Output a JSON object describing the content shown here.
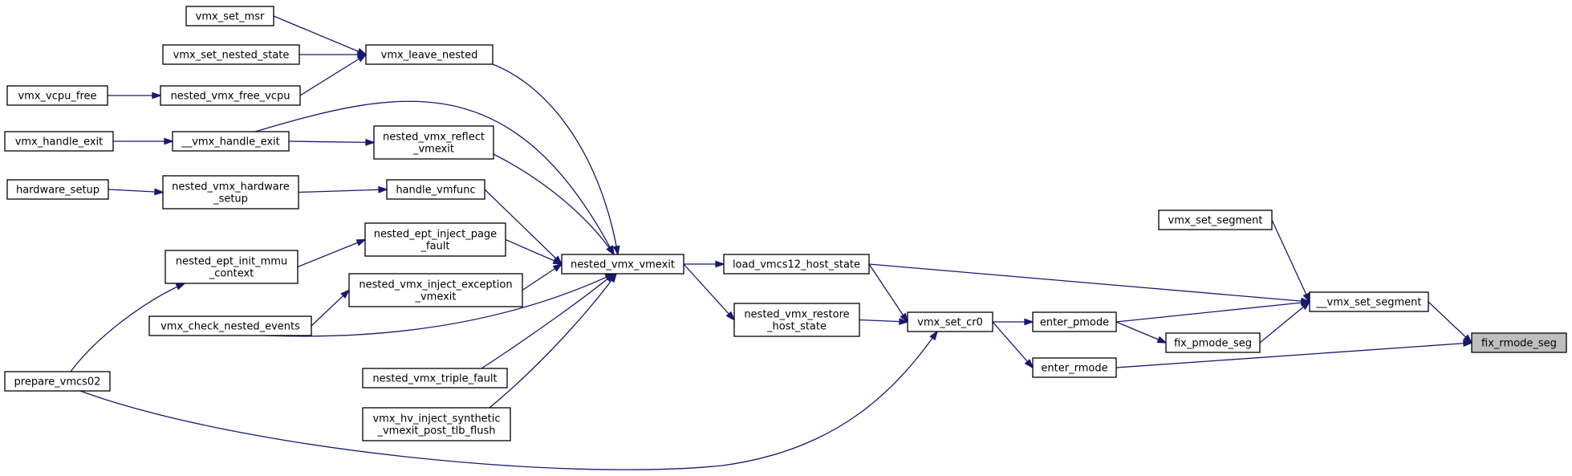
{
  "diagram": {
    "type": "call-graph",
    "edge_color": "#191970",
    "node_border_color": "#000000",
    "highlight_fill": "#bfbfbf",
    "nodes": [
      {
        "id": "fix_rmode_seg",
        "label": [
          "fix_rmode_seg"
        ],
        "highlight": true
      },
      {
        "id": "__vmx_set_segment",
        "label": [
          "__vmx_set_segment"
        ]
      },
      {
        "id": "enter_rmode",
        "label": [
          "enter_rmode"
        ]
      },
      {
        "id": "vmx_set_segment",
        "label": [
          "vmx_set_segment"
        ]
      },
      {
        "id": "enter_pmode",
        "label": [
          "enter_pmode"
        ]
      },
      {
        "id": "fix_pmode_seg",
        "label": [
          "fix_pmode_seg"
        ]
      },
      {
        "id": "load_vmcs12_host_state",
        "label": [
          "load_vmcs12_host_state"
        ]
      },
      {
        "id": "vmx_set_cr0",
        "label": [
          "vmx_set_cr0"
        ]
      },
      {
        "id": "nested_vmx_restore_host_state",
        "label": [
          "nested_vmx_restore",
          "_host_state"
        ]
      },
      {
        "id": "nested_vmx_vmexit",
        "label": [
          "nested_vmx_vmexit"
        ]
      },
      {
        "id": "vmx_leave_nested",
        "label": [
          "vmx_leave_nested"
        ]
      },
      {
        "id": "nested_vmx_reflect_vmexit",
        "label": [
          "nested_vmx_reflect",
          "_vmexit"
        ]
      },
      {
        "id": "handle_vmfunc",
        "label": [
          "handle_vmfunc"
        ]
      },
      {
        "id": "nested_ept_inject_page_fault",
        "label": [
          "nested_ept_inject_page",
          "_fault"
        ]
      },
      {
        "id": "nested_vmx_inject_exception_vmexit",
        "label": [
          "nested_vmx_inject_exception",
          "_vmexit"
        ]
      },
      {
        "id": "nested_vmx_triple_fault",
        "label": [
          "nested_vmx_triple_fault"
        ]
      },
      {
        "id": "vmx_hv_inject_synthetic_vmexit_post_tlb_flush",
        "label": [
          "vmx_hv_inject_synthetic",
          "_vmexit_post_tlb_flush"
        ]
      },
      {
        "id": "vmx_set_msr",
        "label": [
          "vmx_set_msr"
        ]
      },
      {
        "id": "vmx_set_nested_state",
        "label": [
          "vmx_set_nested_state"
        ]
      },
      {
        "id": "nested_vmx_free_vcpu",
        "label": [
          "nested_vmx_free_vcpu"
        ]
      },
      {
        "id": "vmx_vcpu_free",
        "label": [
          "vmx_vcpu_free"
        ]
      },
      {
        "id": "__vmx_handle_exit",
        "label": [
          "__vmx_handle_exit"
        ]
      },
      {
        "id": "vmx_handle_exit",
        "label": [
          "vmx_handle_exit"
        ]
      },
      {
        "id": "nested_vmx_hardware_setup",
        "label": [
          "nested_vmx_hardware",
          "_setup"
        ]
      },
      {
        "id": "hardware_setup",
        "label": [
          "hardware_setup"
        ]
      },
      {
        "id": "nested_ept_init_mmu_context",
        "label": [
          "nested_ept_init_mmu",
          "_context"
        ]
      },
      {
        "id": "vmx_check_nested_events",
        "label": [
          "vmx_check_nested_events"
        ]
      },
      {
        "id": "prepare_vmcs02",
        "label": [
          "prepare_vmcs02"
        ]
      }
    ],
    "edges": [
      {
        "from": "__vmx_set_segment",
        "to": "fix_rmode_seg"
      },
      {
        "from": "enter_rmode",
        "to": "fix_rmode_seg"
      },
      {
        "from": "vmx_set_segment",
        "to": "__vmx_set_segment"
      },
      {
        "from": "load_vmcs12_host_state",
        "to": "__vmx_set_segment"
      },
      {
        "from": "enter_pmode",
        "to": "__vmx_set_segment"
      },
      {
        "from": "fix_pmode_seg",
        "to": "__vmx_set_segment"
      },
      {
        "from": "enter_pmode",
        "to": "fix_pmode_seg"
      },
      {
        "from": "vmx_set_cr0",
        "to": "enter_pmode"
      },
      {
        "from": "vmx_set_cr0",
        "to": "enter_rmode"
      },
      {
        "from": "load_vmcs12_host_state",
        "to": "vmx_set_cr0"
      },
      {
        "from": "nested_vmx_restore_host_state",
        "to": "vmx_set_cr0"
      },
      {
        "from": "prepare_vmcs02",
        "to": "vmx_set_cr0"
      },
      {
        "from": "nested_vmx_vmexit",
        "to": "load_vmcs12_host_state"
      },
      {
        "from": "nested_vmx_vmexit",
        "to": "nested_vmx_restore_host_state"
      },
      {
        "from": "vmx_leave_nested",
        "to": "nested_vmx_vmexit"
      },
      {
        "from": "__vmx_handle_exit",
        "to": "nested_vmx_vmexit"
      },
      {
        "from": "nested_vmx_reflect_vmexit",
        "to": "nested_vmx_vmexit"
      },
      {
        "from": "handle_vmfunc",
        "to": "nested_vmx_vmexit"
      },
      {
        "from": "nested_ept_inject_page_fault",
        "to": "nested_vmx_vmexit"
      },
      {
        "from": "nested_vmx_inject_exception_vmexit",
        "to": "nested_vmx_vmexit"
      },
      {
        "from": "vmx_check_nested_events",
        "to": "nested_vmx_vmexit"
      },
      {
        "from": "nested_vmx_triple_fault",
        "to": "nested_vmx_vmexit"
      },
      {
        "from": "vmx_hv_inject_synthetic_vmexit_post_tlb_flush",
        "to": "nested_vmx_vmexit"
      },
      {
        "from": "vmx_set_msr",
        "to": "vmx_leave_nested"
      },
      {
        "from": "vmx_set_nested_state",
        "to": "vmx_leave_nested"
      },
      {
        "from": "nested_vmx_free_vcpu",
        "to": "vmx_leave_nested"
      },
      {
        "from": "vmx_vcpu_free",
        "to": "nested_vmx_free_vcpu"
      },
      {
        "from": "vmx_handle_exit",
        "to": "__vmx_handle_exit"
      },
      {
        "from": "__vmx_handle_exit",
        "to": "nested_vmx_reflect_vmexit"
      },
      {
        "from": "nested_vmx_hardware_setup",
        "to": "handle_vmfunc"
      },
      {
        "from": "hardware_setup",
        "to": "nested_vmx_hardware_setup"
      },
      {
        "from": "nested_ept_init_mmu_context",
        "to": "nested_ept_inject_page_fault"
      },
      {
        "from": "vmx_check_nested_events",
        "to": "nested_vmx_inject_exception_vmexit"
      },
      {
        "from": "prepare_vmcs02",
        "to": "nested_ept_init_mmu_context"
      }
    ]
  }
}
